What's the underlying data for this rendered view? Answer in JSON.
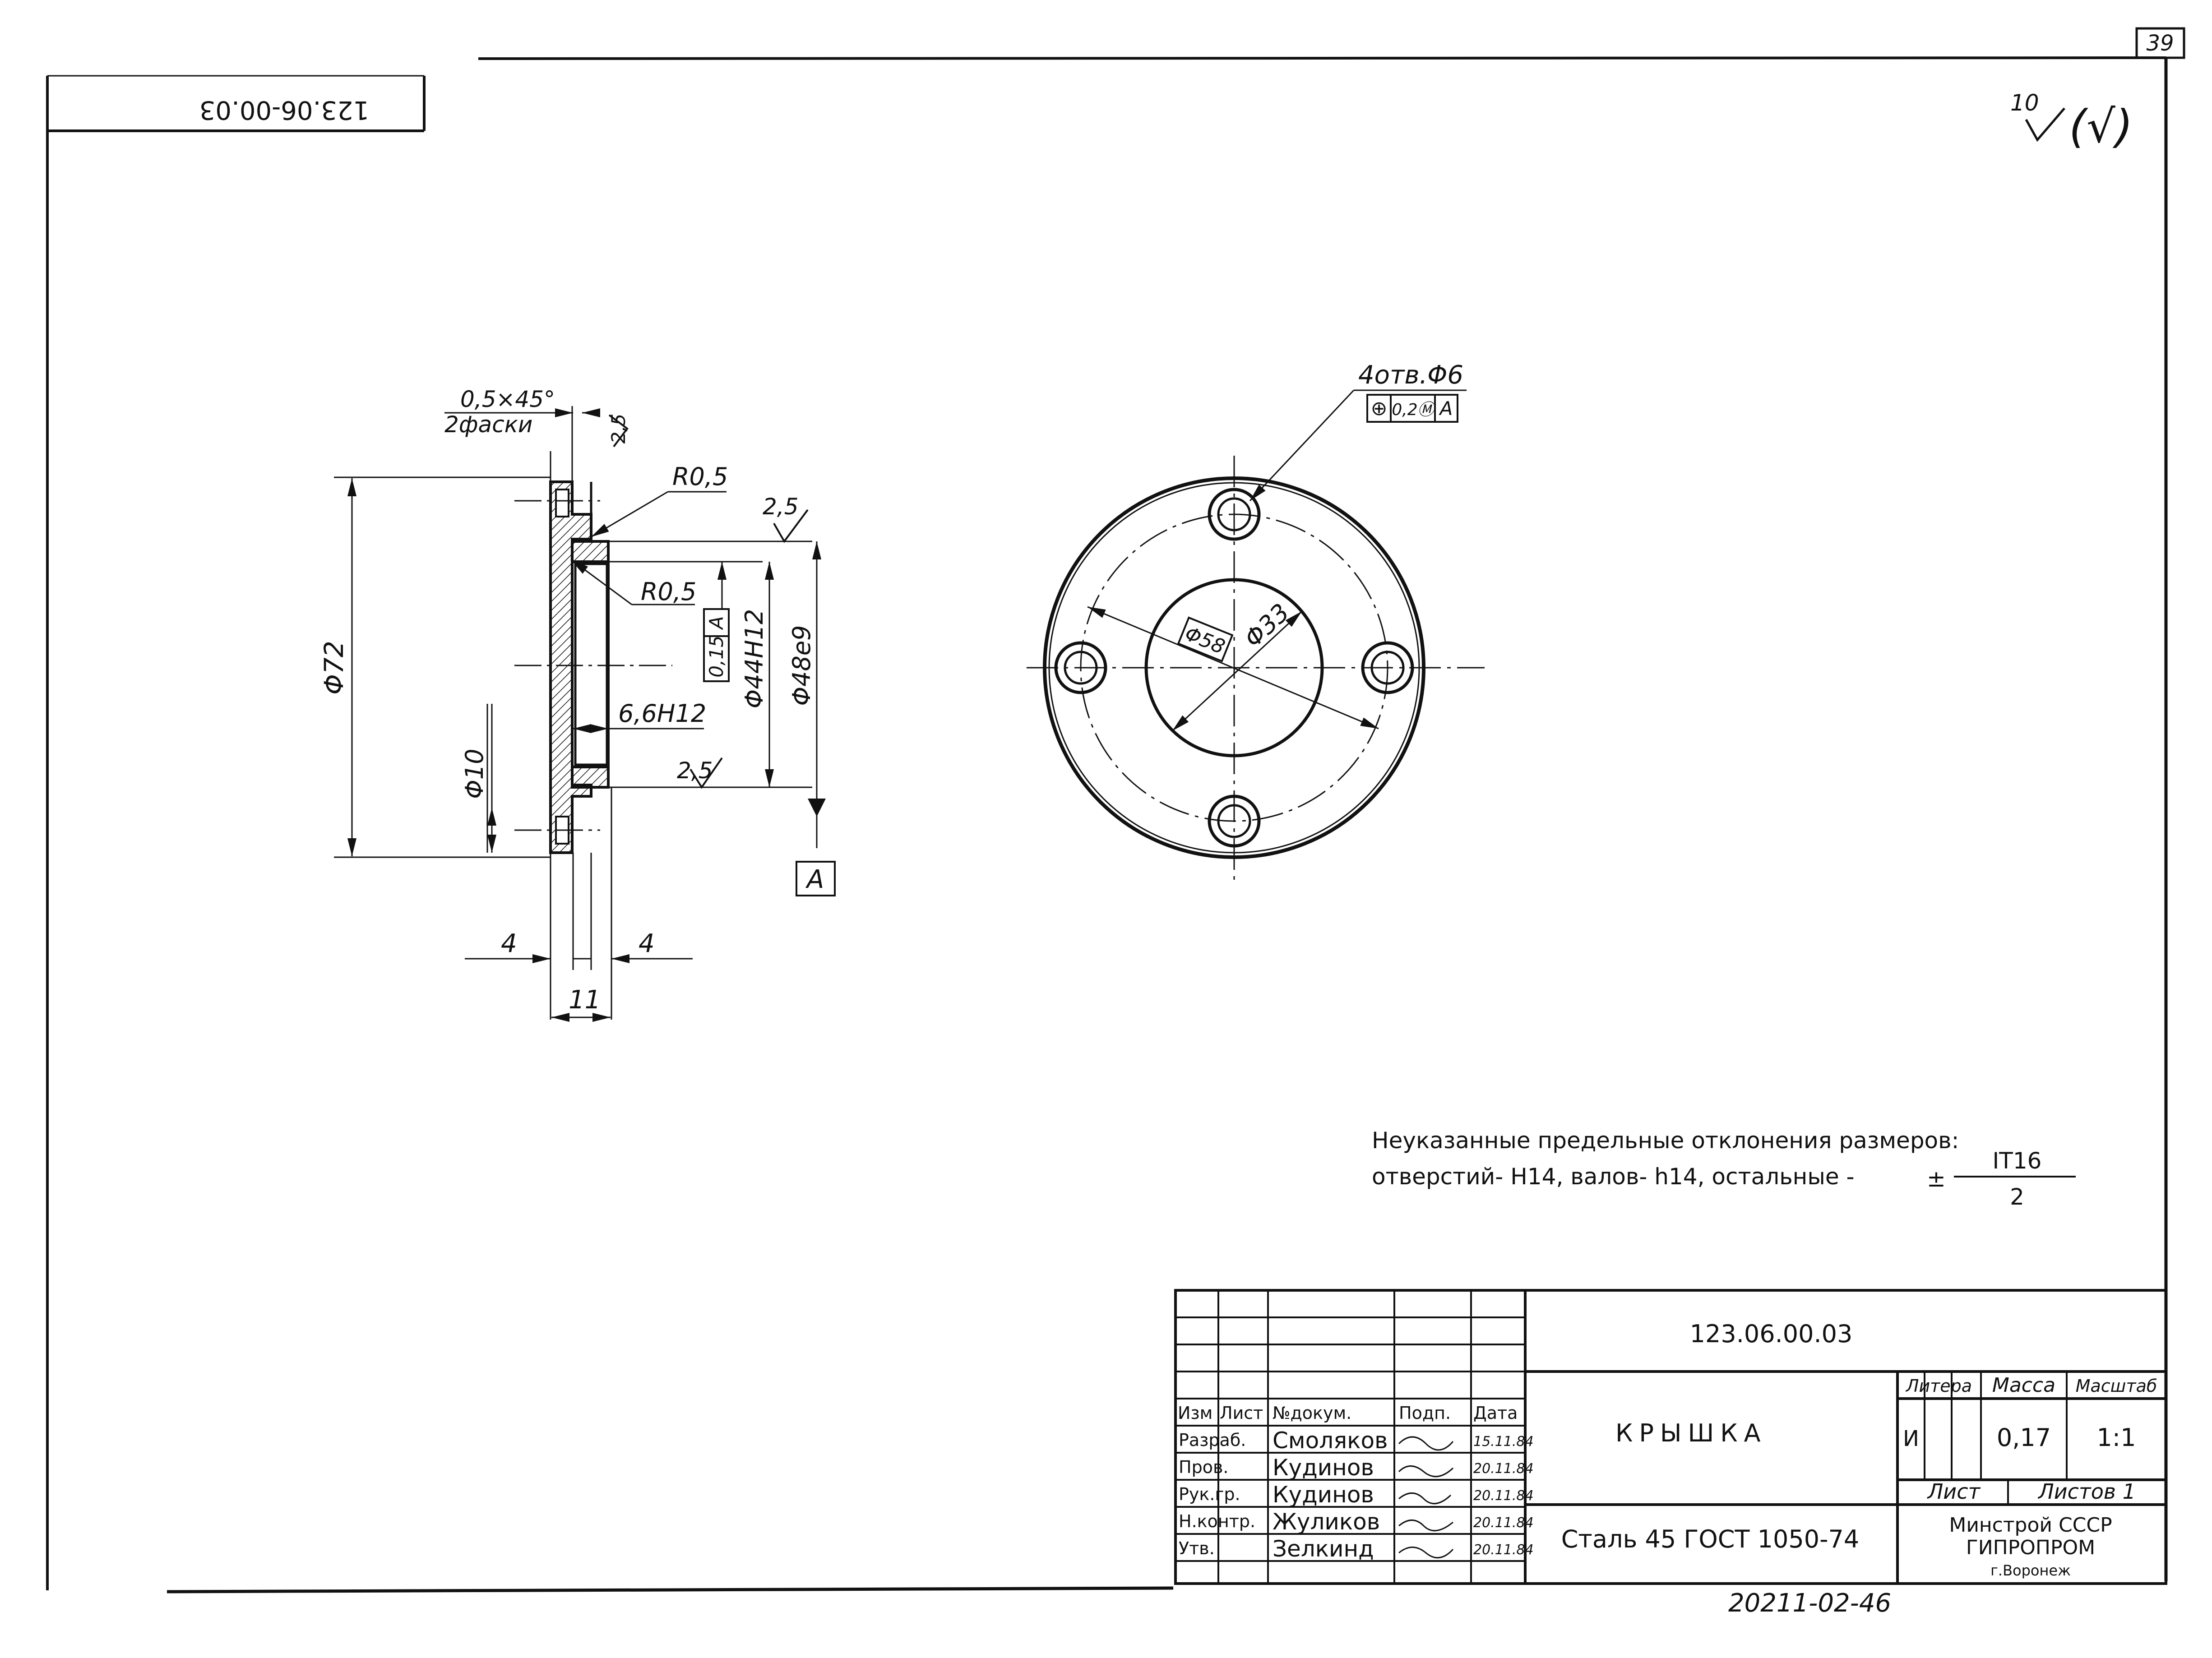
{
  "sheet_number": "39",
  "top_stamp": "123.06-00.03",
  "roughness": {
    "value": "10",
    "paren": "(√)"
  },
  "section_view": {
    "chamfer": "0,5×45°",
    "chamfer_note": "2фаски",
    "rough_small": "2,5",
    "radius_outer": "R0,5",
    "radius_inner": "R0,5",
    "rough_top": "2,5",
    "rough_bottom": "2,5",
    "dia_72": "Φ72",
    "dia_10": "Φ10",
    "tolerance": "0,15",
    "datum_ref": "A",
    "dia_44": "Φ44H12",
    "dia_48": "Φ48e9",
    "depth": "6,6H12",
    "datum": "A",
    "dim_left": "4",
    "dim_right": "4",
    "dim_total": "11"
  },
  "front_view": {
    "holes_label": "4отв.Φ6",
    "hole_tol_sym": "⊕",
    "hole_tol": "0,2Ⓜ",
    "hole_datum": "A",
    "dia_58": "Φ58",
    "dia_33": "Φ33"
  },
  "notes": {
    "line1": "Неуказанные предельные отклонения размеров:",
    "line2": "отверстий- Н14, валов- h14, остальные -",
    "pm": "±",
    "num": "IT16",
    "den": "2"
  },
  "title_block": {
    "code": "123.06.00.03",
    "name": "КРЫШКА",
    "material": "Сталь 45 ГОСТ 1050-74",
    "hdr_izm": "Изм",
    "hdr_list": "Лист",
    "hdr_doc": "№докум.",
    "hdr_sign": "Подп.",
    "hdr_date": "Дата",
    "litera": "Литера",
    "massa": "Масса",
    "masshtab": "Масштаб",
    "litera_val": "И",
    "massa_val": "0,17",
    "masshtab_val": "1:1",
    "list": "Лист",
    "listov": "Листов 1",
    "org1": "Минстрой СССР",
    "org2": "ГИПРОПРОМ",
    "org3": "г.Воронеж",
    "rows": [
      {
        "role": "Разраб.",
        "name": "Смоляков",
        "date": "15.11.84"
      },
      {
        "role": "Пров.",
        "name": "Кудинов",
        "date": "20.11.84"
      },
      {
        "role": "Рук.гр.",
        "name": "Кудинов",
        "date": "20.11.84"
      },
      {
        "role": "Н.контр.",
        "name": "Жуликов",
        "date": "20.11.84"
      },
      {
        "role": "Утв.",
        "name": "Зелкинд",
        "date": "20.11.84"
      }
    ]
  },
  "bottom_stamp": "20211-02-46"
}
